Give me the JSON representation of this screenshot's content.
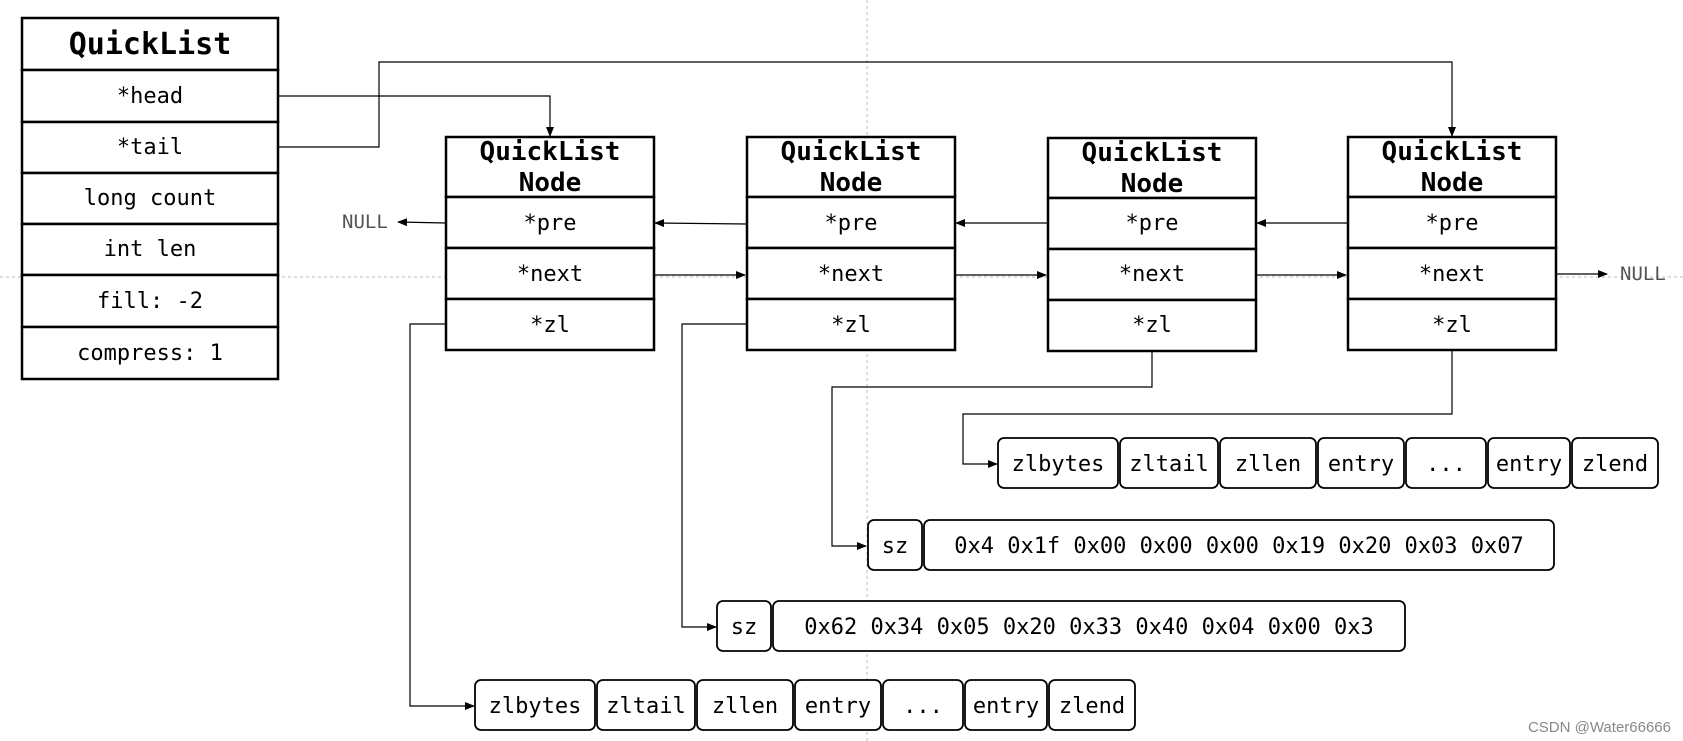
{
  "quicklist": {
    "title": "QuickList",
    "fields": [
      "*head",
      "*tail",
      "long count",
      "int len",
      "fill: -2",
      "compress: 1"
    ]
  },
  "nodes": [
    {
      "title_line1": "QuickList",
      "title_line2": "Node",
      "pre": "*pre",
      "next": "*next",
      "zl": "*zl"
    },
    {
      "title_line1": "QuickList",
      "title_line2": "Node",
      "pre": "*pre",
      "next": "*next",
      "zl": "*zl"
    },
    {
      "title_line1": "QuickList",
      "title_line2": "Node",
      "pre": "*pre",
      "next": "*next",
      "zl": "*zl"
    },
    {
      "title_line1": "QuickList",
      "title_line2": "Node",
      "pre": "*pre",
      "next": "*next",
      "zl": "*zl"
    }
  ],
  "null_left": "NULL",
  "null_right": "NULL",
  "ziplist_top": [
    "zlbytes",
    "zltail",
    "zllen",
    "entry",
    "...",
    "entry",
    "zlend"
  ],
  "compressed_1": {
    "sz": "sz",
    "bytes": "0x4 0x1f 0x00 0x00 0x00 0x19 0x20 0x03 0x07"
  },
  "compressed_2": {
    "sz": "sz",
    "bytes": "0x62 0x34 0x05 0x20 0x33 0x40 0x04 0x00 0x3"
  },
  "ziplist_bottom": [
    "zlbytes",
    "zltail",
    "zllen",
    "entry",
    "...",
    "entry",
    "zlend"
  ],
  "watermark": "CSDN @Water66666"
}
